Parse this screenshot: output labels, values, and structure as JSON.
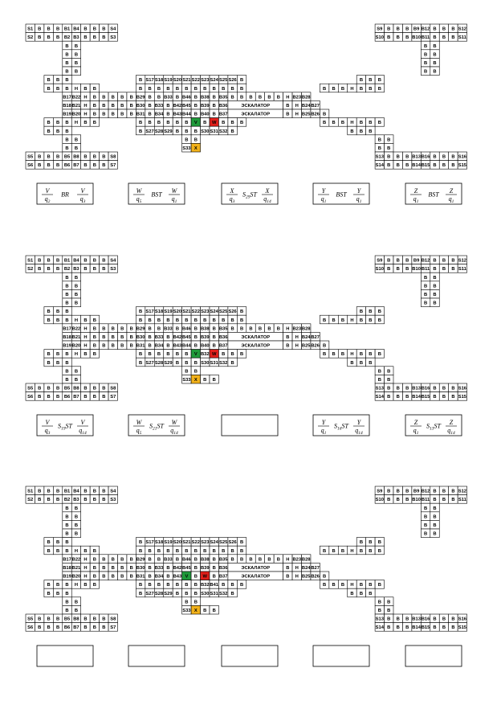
{
  "colors": {
    "V": "#1f9a3a",
    "W": "#e0201b",
    "X": "#f2b21a",
    "Y": "#7b2c9c",
    "Z": "#1aa0dc"
  },
  "panels": [
    {
      "overrides": {},
      "markers": {
        "V": [
          18,
          11
        ],
        "W": [
          20,
          11
        ],
        "X": [
          18,
          14
        ],
        "Z": [
          46,
          17
        ],
        "Y": [
          50,
          17
        ]
      },
      "formulas": [
        {
          "top_l": "V",
          "mid": "BR",
          "top_r": "V",
          "bot_l": "q",
          "bot_l_sub": "2",
          "bot_r": "q",
          "bot_r_sub": "3"
        },
        {
          "top_l": "W",
          "mid": "BST",
          "top_r": "W",
          "bot_l": "q",
          "bot_l_sub": "5",
          "bot_r": "q",
          "bot_r_sub": "1"
        },
        {
          "top_l": "X",
          "mid": "S29ST",
          "top_r": "X",
          "bot_l": "q",
          "bot_l_sub": "3",
          "bot_r": "q",
          "bot_r_sub": "14"
        },
        {
          "top_l": "Y",
          "mid": "BST",
          "top_r": "Y",
          "bot_l": "q",
          "bot_l_sub": "1",
          "bot_r": "q",
          "bot_r_sub": "1"
        },
        {
          "top_l": "Z",
          "mid": "BST",
          "top_r": "Z",
          "bot_l": "q",
          "bot_l_sub": "1",
          "bot_r": "q",
          "bot_r_sub": "1"
        }
      ]
    },
    {
      "overrides": {
        "20,11": "B41",
        "19,11": "B32",
        "19,14": "B",
        "20,14": "B"
      },
      "markers": {
        "V": [
          18,
          11
        ],
        "W": [
          20,
          11
        ],
        "X": [
          18,
          14
        ],
        "Z": [
          46,
          17
        ],
        "Y": [
          51,
          17
        ]
      },
      "formulas": [
        {
          "top_l": "V",
          "mid": "S19ST",
          "top_r": "V",
          "bot_l": "q",
          "bot_l_sub": "3",
          "bot_r": "q",
          "bot_r_sub": "14"
        },
        {
          "top_l": "W",
          "mid": "S21ST",
          "top_r": "W",
          "bot_l": "q",
          "bot_l_sub": "5",
          "bot_r": "q",
          "bot_r_sub": "14"
        },
        null,
        {
          "top_l": "Y",
          "mid": "S16ST",
          "top_r": "Y",
          "bot_l": "q",
          "bot_l_sub": "1",
          "bot_r": "q",
          "bot_r_sub": "14"
        },
        {
          "top_l": "Z",
          "mid": "S13ST",
          "top_r": "Z",
          "bot_l": "q",
          "bot_l_sub": "1",
          "bot_r": "q",
          "bot_r_sub": "14"
        }
      ]
    },
    {
      "overrides": {
        "20,11": "B41",
        "19,11": "B32",
        "19,14": "B",
        "20,14": "B",
        "45,17": "B",
        "51,17": "B"
      },
      "markers": {
        "V": [
          17,
          10
        ],
        "W": [
          19,
          10
        ],
        "X": [
          18,
          14
        ],
        "Z": [
          44,
          17
        ],
        "Y": [
          51,
          17
        ]
      },
      "formulas": [
        null,
        null,
        null,
        null,
        null
      ]
    }
  ],
  "grid_rows": [
    "S1|B|B|B|B1|B4|B|B|B|S4|||||||||||||||||||||||||||||S9|B|B|B|B9|B12|B|B|B|S12",
    "S2|B|B|B|B2|B3|B|B|B|S3|||||||||||||||||||||||||||||S10|B|B|B|B10|B11|B|B|B|S11",
    "||||B|B||||||||||||||||||||||||||||||||||||||B|B",
    "||||B|B||||||||||||||||||||||||||||||||||||||B|B",
    "||||B|B||||||||||||||||||||||||||||||||||||||B|B",
    "||||B|B||||||||||||||||||||||||||||||||||||||B|B",
    "||B|B|B||||||||B|S17|S18|S19|S20|S21|S22|S23|S24|S25|S26|B|||||||||||||B|B|B",
    "||B|B|B|H|B|B|||||B|B|B|B|B|B|B|B|B|B|B|B|||||||||B|B|B|H|B|B|B",
    "||||B17|B22|H|B|B|B|B|B|B29|B|B|B33|B|B46|B|B38|B|B35|B|B|B|B|B|B|H|B23|B28",
    "||||B18|B21|H|B|B|B|B|B|B30|B|B33|B|B42|B45|B|B39|B|B36|ЭСКАЛАТОР||||||B|H|B24|B27",
    "||||B19|B20|H|B|B|B|B|B|B31|B|B34|B|B43|B44|B|B40|B|B37|ЭСКАЛАТОР||||||B|H|B25|B26|B",
    "||B|B|B|H|B|B|||||B|B|B|B|B|B|B|B|B|B|B|B|||||||||B|B|B|H|B|B|B",
    "||B|B|B||||||||B|S27|S28|S29|B|B|B|S30|S31|S32|B|||||||||||||B|B|B",
    "||||B|B||||||||||||B|B||||||||||||||||||||B|B",
    "||||B|B||||||||||||S33|S34||||||||||||||||||||B|B",
    "S5|B|B|B|B5|B8|B|B|B|S8|||||||||||||||||||||||||||||S13|B|B|B|B13|B16|B|B|B|S16",
    "S6|B|B|B|B6|B7|B|B|B|S7|||||||||||||||||||||||||||||S14|B|B|B|B14|B15|B|B|B|S15"
  ]
}
